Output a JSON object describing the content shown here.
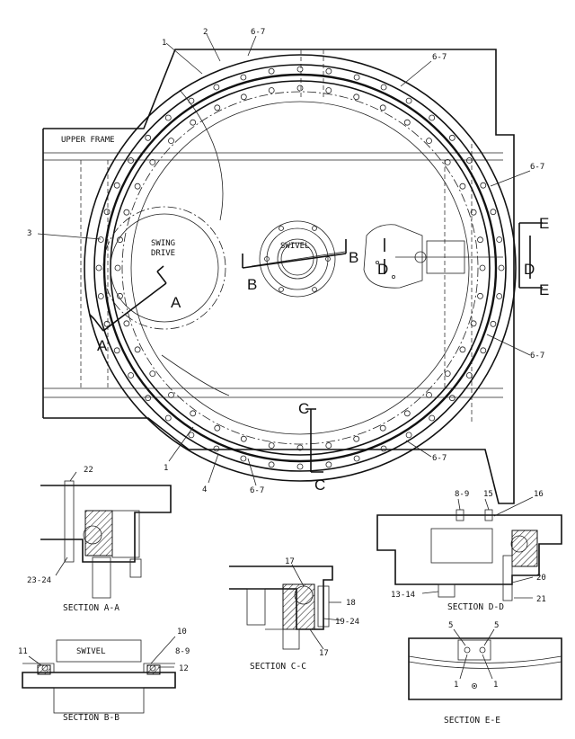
{
  "main_view": {
    "upper_frame": "UPPER FRAME",
    "swing_drive_1": "SWING",
    "swing_drive_2": "DRIVE",
    "swivel": "SWIVEL",
    "callouts": {
      "c1_top": "1",
      "c2_top": "2",
      "c67_top": "6-7",
      "c67_tr": "6-7",
      "c67_r1": "6-7",
      "c3": "3",
      "c67_r2": "6-7",
      "c67_br": "6-7",
      "c1_bot": "1",
      "c4": "4",
      "c67_bot": "6-7"
    },
    "section_letters": {
      "a1": "A",
      "a2": "A",
      "b1": "B",
      "b2": "B",
      "c1": "C",
      "c2": "C",
      "d1": "D",
      "d2": "D",
      "e1": "E",
      "e2": "E"
    }
  },
  "section_aa": {
    "caption": "SECTION A-A",
    "c22": "22",
    "c2324": "23-24"
  },
  "section_bb": {
    "caption": "SECTION B-B",
    "swivel": "SWIVEL",
    "c10": "10",
    "c11": "11",
    "c89": "8-9",
    "c12": "12"
  },
  "section_cc": {
    "caption": "SECTION C-C",
    "c17a": "17",
    "c18": "18",
    "c1924": "19-24",
    "c17b": "17"
  },
  "section_dd": {
    "caption": "SECTION D-D",
    "c89": "8-9",
    "c15": "15",
    "c16": "16",
    "c1314": "13-14",
    "c20": "20",
    "c21": "21"
  },
  "section_ee": {
    "caption": "SECTION E-E",
    "c5a": "5",
    "c5b": "5",
    "c1a": "1",
    "c1b": "1"
  }
}
